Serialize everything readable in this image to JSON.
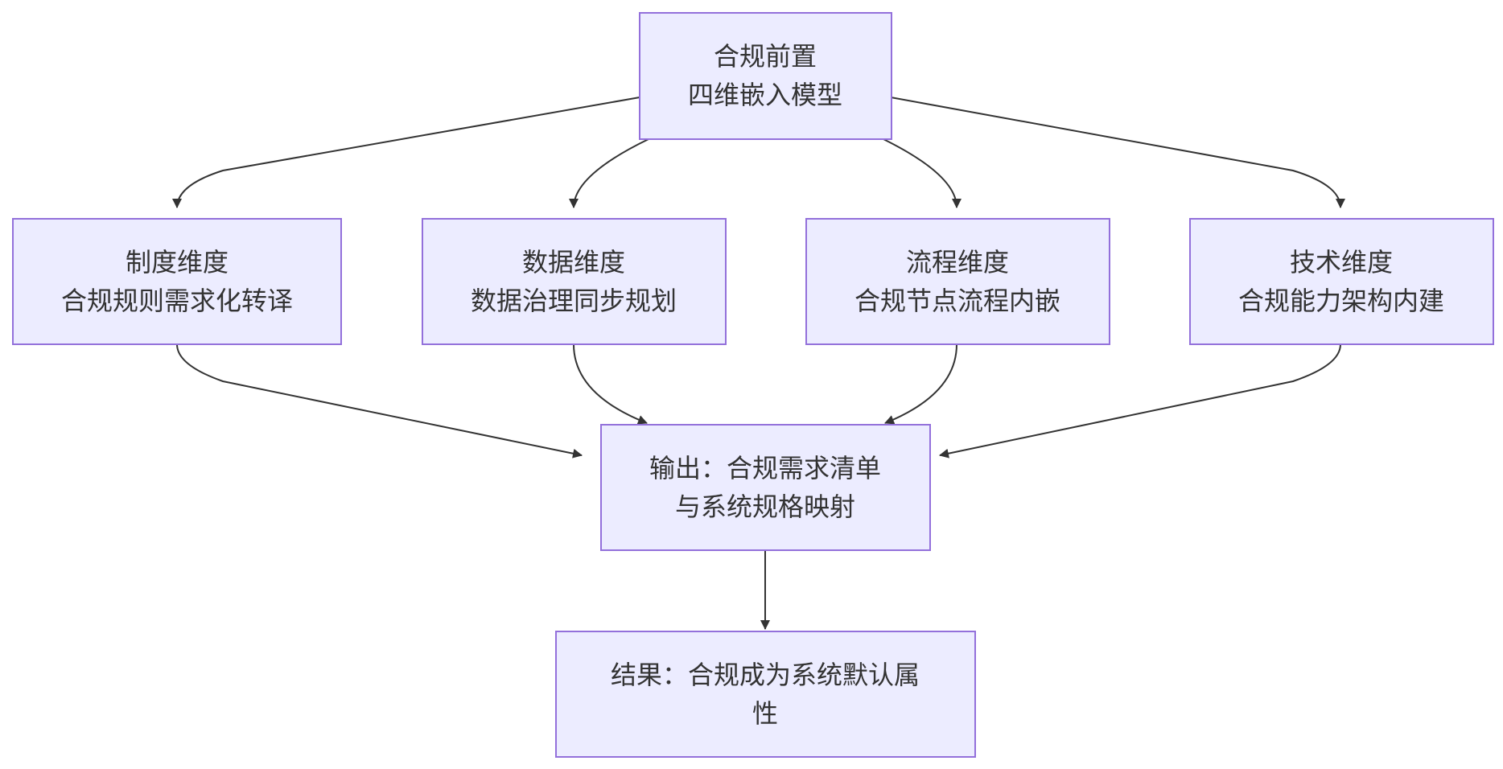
{
  "diagram": {
    "nodes": {
      "root": [
        "合规前置",
        "四维嵌入模型"
      ],
      "institution": [
        "制度维度",
        "合规规则需求化转译"
      ],
      "data": [
        "数据维度",
        "数据治理同步规划"
      ],
      "process": [
        "流程维度",
        "合规节点流程内嵌"
      ],
      "tech": [
        "技术维度",
        "合规能力架构内建"
      ],
      "output": [
        "输出：合规需求清单",
        "与系统规格映射"
      ],
      "result": [
        "结果：合规成为系统默认属",
        "性"
      ]
    },
    "colors": {
      "node_fill": "#ececff",
      "node_border": "#9370db",
      "text": "#333333",
      "edge": "#333333"
    }
  }
}
